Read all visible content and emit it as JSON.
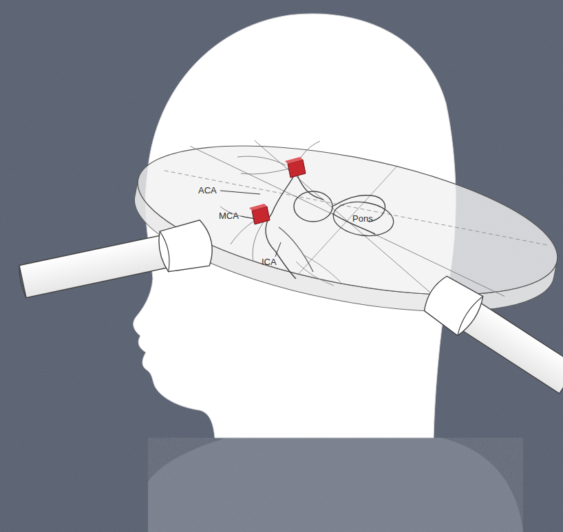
{
  "diagram": {
    "labels": [
      "ACA",
      "MCA",
      "ICA",
      "Pons"
    ]
  }
}
